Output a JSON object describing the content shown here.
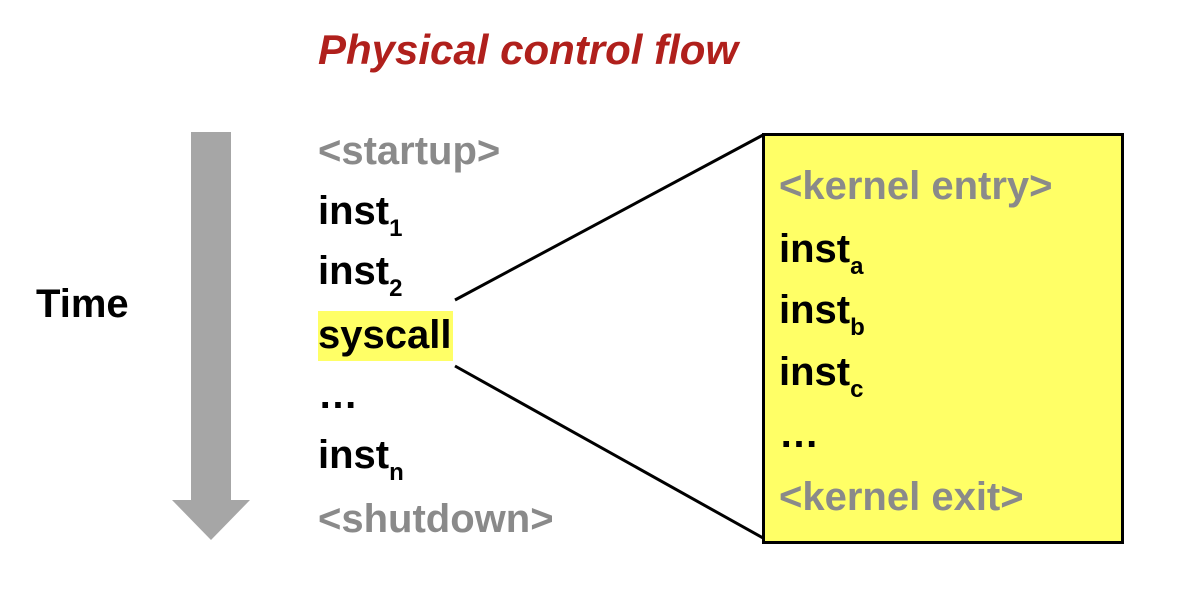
{
  "title": "Physical control flow",
  "time_label": "Time",
  "program": {
    "startup": "<startup>",
    "inst1": {
      "base": "inst",
      "sub": "1"
    },
    "inst2": {
      "base": "inst",
      "sub": "2"
    },
    "syscall": "syscall",
    "ellipsis": "…",
    "instn": {
      "base": "inst",
      "sub": "n"
    },
    "shutdown": "<shutdown>"
  },
  "kernel": {
    "entry": "<kernel entry>",
    "insta": {
      "base": "inst",
      "sub": "a"
    },
    "instb": {
      "base": "inst",
      "sub": "b"
    },
    "instc": {
      "base": "inst",
      "sub": "c"
    },
    "ellipsis": "…",
    "exit": "<kernel exit>"
  },
  "colors": {
    "title": "#b0201c",
    "gray_text": "#8a8a8a",
    "highlight": "#ffff66",
    "arrow": "#a6a6a6"
  }
}
